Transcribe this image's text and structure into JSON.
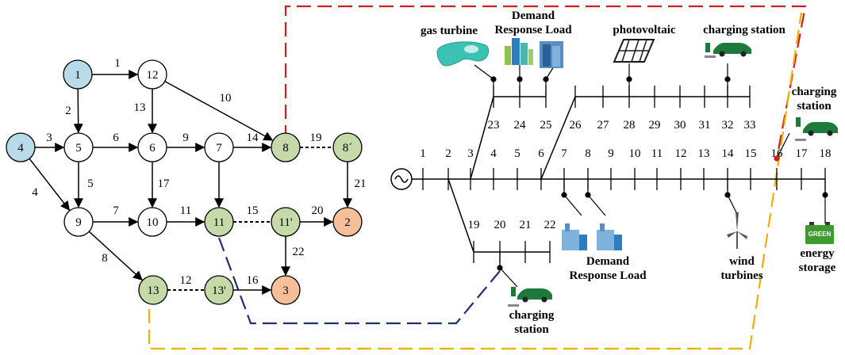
{
  "transport_network": {
    "nodes": [
      {
        "id": "n1",
        "label": "1",
        "kind": "source"
      },
      {
        "id": "n12",
        "label": "12",
        "kind": "plain"
      },
      {
        "id": "n4",
        "label": "4",
        "kind": "source"
      },
      {
        "id": "n5",
        "label": "5",
        "kind": "plain"
      },
      {
        "id": "n6",
        "label": "6",
        "kind": "plain"
      },
      {
        "id": "n7",
        "label": "7",
        "kind": "plain"
      },
      {
        "id": "n8",
        "label": "8",
        "kind": "charging"
      },
      {
        "id": "n8p",
        "label": "8´",
        "kind": "charging"
      },
      {
        "id": "n9",
        "label": "9",
        "kind": "plain"
      },
      {
        "id": "n10",
        "label": "10",
        "kind": "plain"
      },
      {
        "id": "n11",
        "label": "11",
        "kind": "charging"
      },
      {
        "id": "n11p",
        "label": "11'",
        "kind": "charging"
      },
      {
        "id": "n2",
        "label": "2",
        "kind": "destination"
      },
      {
        "id": "n13",
        "label": "13",
        "kind": "charging"
      },
      {
        "id": "n13p",
        "label": "13'",
        "kind": "charging"
      },
      {
        "id": "n3",
        "label": "3",
        "kind": "destination"
      }
    ],
    "edges": [
      {
        "from": "n1",
        "to": "n12",
        "label": "1",
        "dashed": false
      },
      {
        "from": "n1",
        "to": "n5",
        "label": "2",
        "dashed": false
      },
      {
        "from": "n4",
        "to": "n5",
        "label": "3",
        "dashed": false
      },
      {
        "from": "n4",
        "to": "n9",
        "label": "4",
        "dashed": false
      },
      {
        "from": "n5",
        "to": "n9",
        "label": "5",
        "dashed": false
      },
      {
        "from": "n5",
        "to": "n6",
        "label": "6",
        "dashed": false
      },
      {
        "from": "n9",
        "to": "n10",
        "label": "7",
        "dashed": false
      },
      {
        "from": "n9",
        "to": "n13",
        "label": "8",
        "dashed": false
      },
      {
        "from": "n6",
        "to": "n7",
        "label": "9",
        "dashed": false
      },
      {
        "from": "n12",
        "to": "n8",
        "label": "10",
        "dashed": false
      },
      {
        "from": "n10",
        "to": "n11",
        "label": "11",
        "dashed": false
      },
      {
        "from": "n13",
        "to": "n13p",
        "label": "12",
        "dashed": true
      },
      {
        "from": "n12",
        "to": "n6",
        "label": "13",
        "dashed": false
      },
      {
        "from": "n7",
        "to": "n8",
        "label": "14",
        "dashed": false
      },
      {
        "from": "n11",
        "to": "n11p",
        "label": "15",
        "dashed": true
      },
      {
        "from": "n13p",
        "to": "n3",
        "label": "16",
        "dashed": false
      },
      {
        "from": "n6",
        "to": "n10",
        "label": "17",
        "dashed": false
      },
      {
        "from": "n8",
        "to": "n8p",
        "label": "19",
        "dashed": true
      },
      {
        "from": "n11p",
        "to": "n2",
        "label": "20",
        "dashed": false
      },
      {
        "from": "n8p",
        "to": "n2",
        "label": "21",
        "dashed": false
      },
      {
        "from": "n11p",
        "to": "n3",
        "label": "22",
        "dashed": false
      },
      {
        "from": "n7",
        "to": "n11",
        "label": "",
        "dashed": false
      }
    ]
  },
  "distribution_network": {
    "main_buses": [
      "1",
      "2",
      "3",
      "4",
      "5",
      "6",
      "7",
      "8",
      "9",
      "10",
      "11",
      "12",
      "13",
      "14",
      "15",
      "16",
      "17",
      "18"
    ],
    "upper_branch_buses": [
      "23",
      "24",
      "25",
      "26",
      "27",
      "28",
      "29",
      "30",
      "31",
      "32",
      "33"
    ],
    "lower_branch_buses": [
      "19",
      "20",
      "21",
      "22"
    ],
    "devices": {
      "gas_turbine": "gas turbine",
      "demand_response_top": "Demand\nResponse Load",
      "photovoltaic": "photovoltaic",
      "charging_station_top": "charging station",
      "charging_station_right": "charging\nstation",
      "demand_response_bottom": "Demand\nResponse Load",
      "wind_turbines": "wind\nturbines",
      "energy_storage": "energy\nstorage",
      "charging_station_bottom": "charging\nstation",
      "battery_text": "GREEN"
    }
  },
  "colors": {
    "source_node": "#b9dbe9",
    "charging_node": "#c6d9a9",
    "destination_node": "#f7bf98",
    "plain_node": "#ffffff",
    "coupling_red": "#cc1f1f",
    "coupling_blue": "#1f2f6e",
    "coupling_yellow": "#f0ae00",
    "ev_green": "#1e7a3c",
    "pv_dark": "#1a1a1a",
    "gas_turbine_cyan": "#3cc2b3",
    "building_blue": "#2a7fc4",
    "battery_green": "#3f9b2e"
  }
}
